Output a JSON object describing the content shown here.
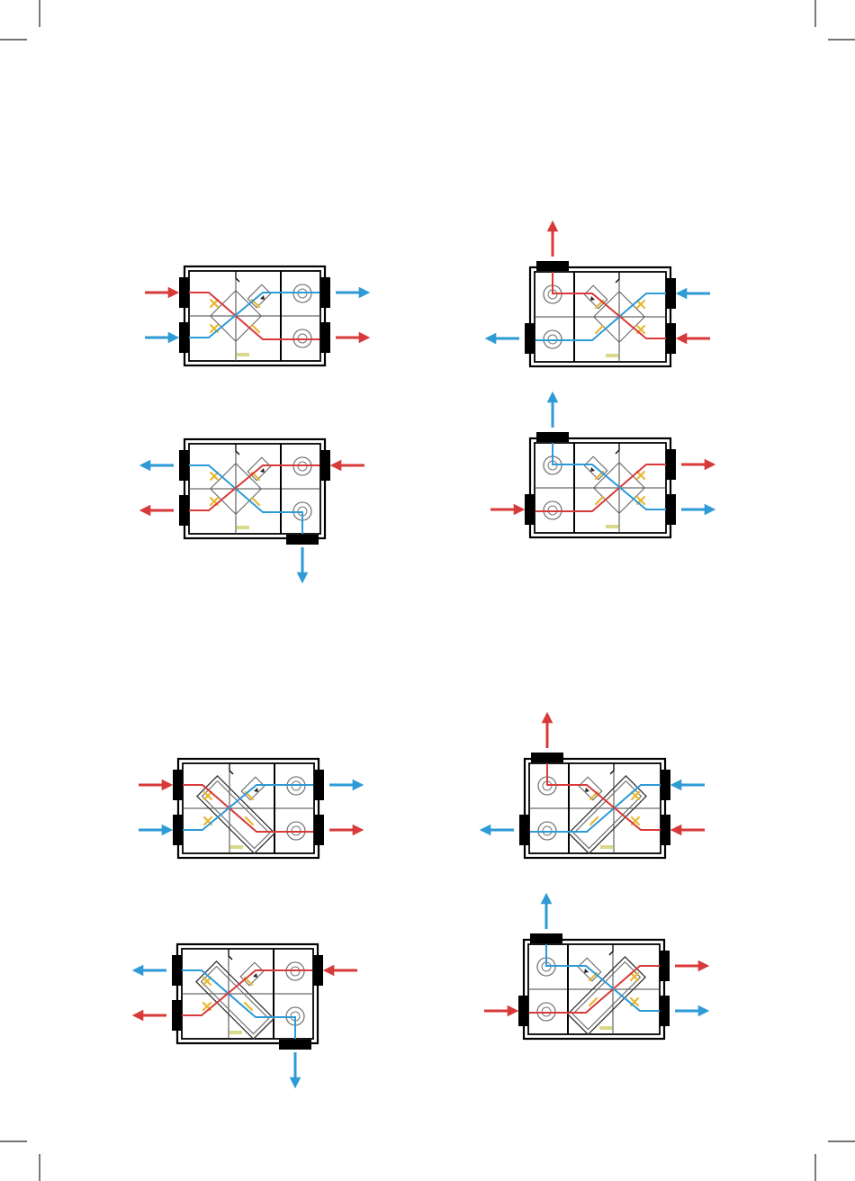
{
  "colors": {
    "warm": "#d83a3a",
    "cold": "#2e9ad6",
    "casing": "#000000",
    "filter": "#e8b830",
    "label_plate": "#d9d98a"
  },
  "diagram_groups": [
    {
      "heat_exchanger": "compact",
      "units": [
        {
          "position": "top-left",
          "flipped": false,
          "third_port": "none",
          "left_top": "warm",
          "left_bottom": "cold"
        },
        {
          "position": "top-right",
          "flipped": true,
          "third_port": "top",
          "left_top": "cold",
          "left_bottom": "warm"
        },
        {
          "position": "bottom-left",
          "flipped": false,
          "third_port": "bottom",
          "left_top": "cold",
          "left_bottom": "warm"
        },
        {
          "position": "bottom-right",
          "flipped": true,
          "third_port": "top",
          "left_top": "warm",
          "left_bottom": "cold"
        }
      ]
    },
    {
      "heat_exchanger": "long",
      "units": [
        {
          "position": "top-left",
          "flipped": false,
          "third_port": "none",
          "left_top": "warm",
          "left_bottom": "cold"
        },
        {
          "position": "top-right",
          "flipped": true,
          "third_port": "top",
          "left_top": "cold",
          "left_bottom": "warm"
        },
        {
          "position": "bottom-left",
          "flipped": false,
          "third_port": "bottom",
          "left_top": "cold",
          "left_bottom": "warm"
        },
        {
          "position": "bottom-right",
          "flipped": true,
          "third_port": "top",
          "left_top": "warm",
          "left_bottom": "cold"
        }
      ]
    }
  ]
}
